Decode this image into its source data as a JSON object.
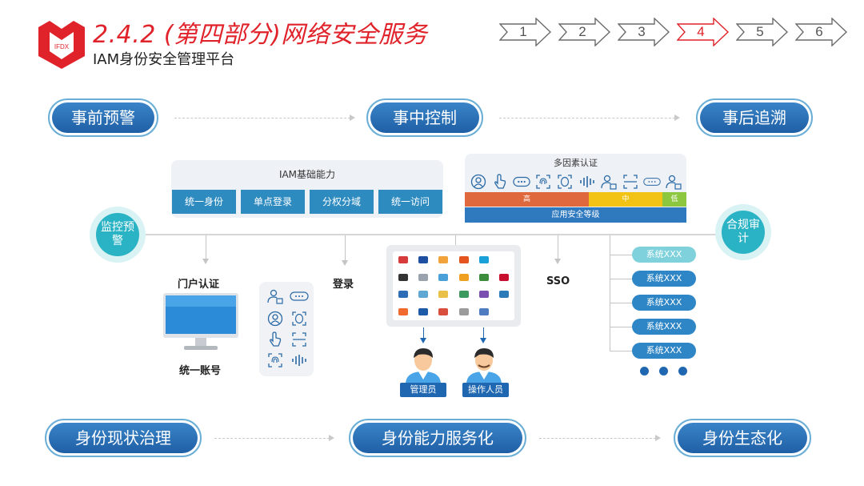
{
  "header": {
    "section_title": "2.4.2 (第四部分)网络安全服务",
    "subtitle": "IAM身份安全管理平台",
    "logo_text": "IFDX"
  },
  "steps": [
    "1",
    "2",
    "3",
    "4",
    "5",
    "6"
  ],
  "active_step": "4",
  "top_flow": [
    "事前预警",
    "事中控制",
    "事后追溯"
  ],
  "bottom_flow": [
    "身份现状治理",
    "身份能力服务化",
    "身份生态化"
  ],
  "iam": {
    "title": "IAM基础能力",
    "capabilities": [
      "统一身份",
      "单点登录",
      "分权分域",
      "统一访问"
    ]
  },
  "mfa": {
    "title": "多因素认证",
    "levels": [
      "高",
      "中",
      "低"
    ],
    "app_level": "应用安全等级",
    "icons": [
      "user-lock-icon",
      "touch-icon",
      "password-icon",
      "fingerprint-icon",
      "face-id-icon",
      "voice-icon",
      "user-lock-icon",
      "face-scan-icon",
      "password-icon",
      "user-lock-icon"
    ]
  },
  "circles": {
    "monitor": "监控预警",
    "audit": "合规审计"
  },
  "portal": {
    "label": "门户认证",
    "account_label": "统一账号"
  },
  "login_label": "登录",
  "sso_label": "SSO",
  "roles": [
    "管理员",
    "操作人员"
  ],
  "systems": [
    "系统XXX",
    "系统XXX",
    "系统XXX",
    "系统XXX",
    "系统XXX"
  ],
  "colors": {
    "accent_red": "#e0222a",
    "primary_blue": "#1f5fa5",
    "teal": "#2ab3c4",
    "level_high": "#e0683d",
    "level_mid": "#f2c314",
    "level_low": "#8dc63f"
  }
}
